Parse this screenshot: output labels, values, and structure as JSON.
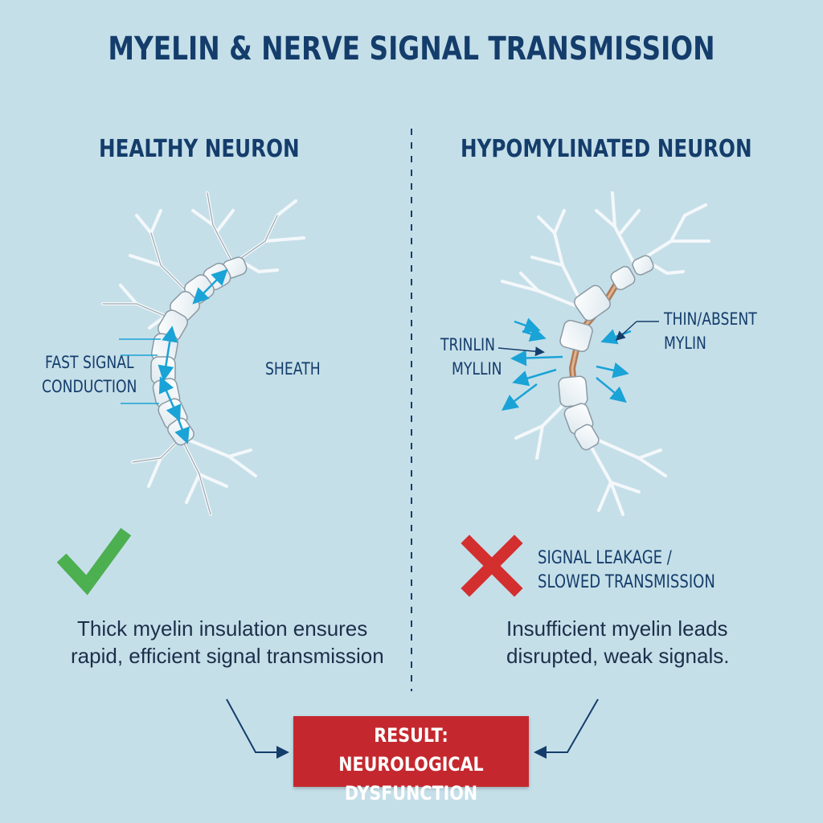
{
  "title": "MYELIN & NERVE SIGNAL TRANSMISSION",
  "left": {
    "heading": "HEALTHY NEURON",
    "label_fast_line1": "FAST SIGNAL",
    "label_fast_line2": "CONDUCTION",
    "label_sheath": "SHEATH",
    "status_icon": "check-icon",
    "description_line1": "Thick myelin insulation ensures",
    "description_line2": "rapid, efficient signal transmission"
  },
  "right": {
    "heading": "HYPOMYLINATED NEURON",
    "label_trinlin_line1": "TRINLIN",
    "label_trinlin_line2": "MYLLIN",
    "label_thin_line1": "THIN/ABSENT",
    "label_thin_line2": "MYLIN",
    "status_icon": "cross-icon",
    "status_line1": "SIGNAL LEAKAGE /",
    "status_line2": "SLOWED TRANSMISSION",
    "description_line1": "Insufficient myelin leads",
    "description_line2": "disrupted, weak signals."
  },
  "result": {
    "line1": "RESULT: NEUROLOGICAL",
    "line2": "DYSFUNCTION"
  },
  "colors": {
    "background": "#c5dfe9",
    "heading": "#143d6b",
    "signal_arrow": "#1aa3d6",
    "check": "#4caf50",
    "cross": "#d32f2f",
    "result_box": "#c4282e"
  }
}
